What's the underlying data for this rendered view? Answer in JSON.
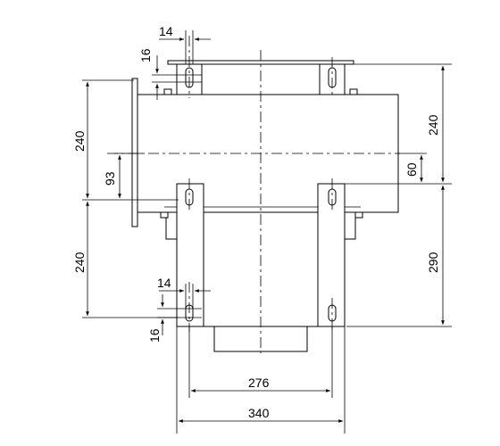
{
  "dimensions": {
    "top_bolt_width": "14",
    "top_bolt_height": "16",
    "left_upper_height": "240",
    "left_offset": "93",
    "left_lower_height": "240",
    "bottom_bolt_width": "14",
    "bottom_bolt_height": "16",
    "right_upper_height": "240",
    "right_offset": "60",
    "right_lower_height": "290",
    "inner_width": "276",
    "outer_width": "340"
  }
}
